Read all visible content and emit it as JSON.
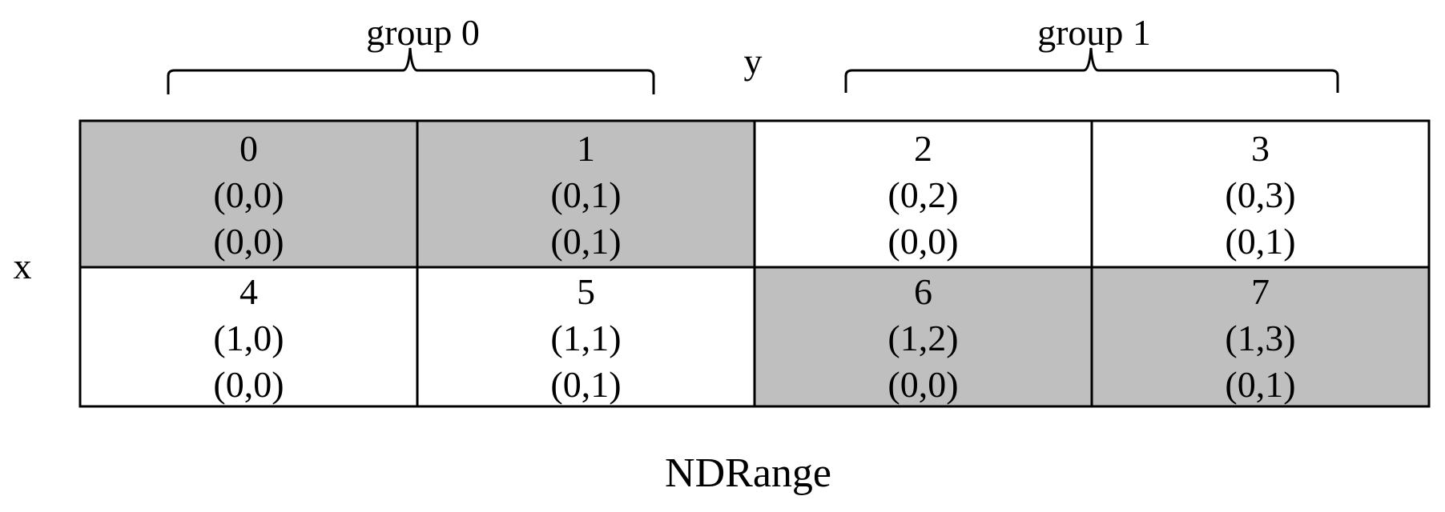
{
  "axis_labels": {
    "x": "x",
    "y": "y"
  },
  "groups": [
    {
      "label": "group 0"
    },
    {
      "label": "group 1"
    }
  ],
  "caption": "NDRange",
  "colors": {
    "shaded": "#bfbfbf",
    "plain": "#ffffff",
    "line": "#000000"
  },
  "cells": [
    {
      "id": "0",
      "global": "(0,0)",
      "local": "(0,0)",
      "shaded": true
    },
    {
      "id": "1",
      "global": "(0,1)",
      "local": "(0,1)",
      "shaded": true
    },
    {
      "id": "2",
      "global": "(0,2)",
      "local": "(0,0)",
      "shaded": false
    },
    {
      "id": "3",
      "global": "(0,3)",
      "local": "(0,1)",
      "shaded": false
    },
    {
      "id": "4",
      "global": "(1,0)",
      "local": "(0,0)",
      "shaded": false
    },
    {
      "id": "5",
      "global": "(1,1)",
      "local": "(0,1)",
      "shaded": false
    },
    {
      "id": "6",
      "global": "(1,2)",
      "local": "(0,0)",
      "shaded": true
    },
    {
      "id": "7",
      "global": "(1,3)",
      "local": "(0,1)",
      "shaded": true
    }
  ]
}
